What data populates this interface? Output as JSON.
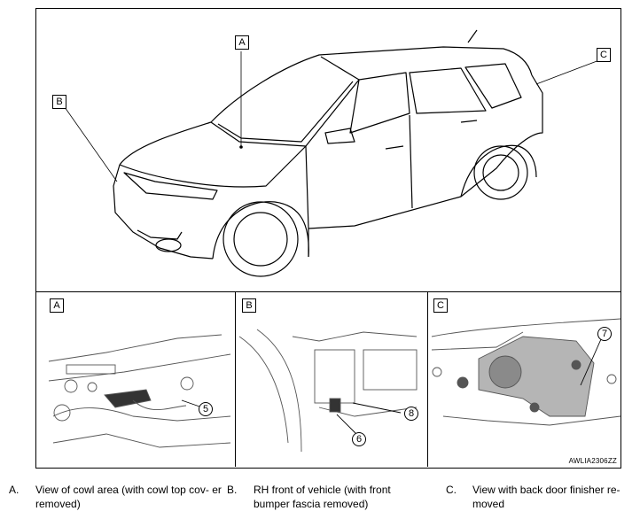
{
  "callouts": {
    "a": "A",
    "b": "B",
    "c": "C"
  },
  "panels": [
    {
      "label": "A",
      "part_number": "5"
    },
    {
      "label": "B",
      "part_number": "6",
      "part_number_2": "8"
    },
    {
      "label": "C",
      "part_number": "7"
    }
  ],
  "diagram_id": "AWLIA2306ZZ",
  "captions": [
    {
      "letter": "A.",
      "text": "View of cowl area (with cowl top cov- er removed)"
    },
    {
      "letter": "B.",
      "text": "RH front of vehicle (with front bumper fascia removed)"
    },
    {
      "letter": "C.",
      "text": "View with back door finisher re- moved"
    }
  ]
}
